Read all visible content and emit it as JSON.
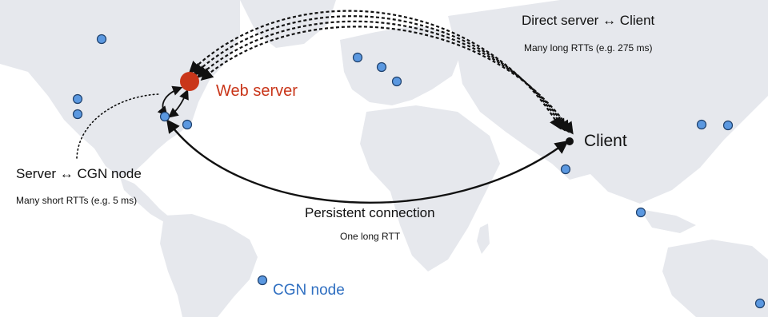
{
  "colors": {
    "land": "#e6e8ed",
    "water": "#ffffff",
    "node_fill": "#5b98e0",
    "node_stroke": "#1d3f6b",
    "web_server": "#c9361a",
    "client": "#111111",
    "arrow": "#111111",
    "cgn_text": "#2f6fc1"
  },
  "icons": {
    "cgn_node": "blue-circle-icon",
    "web_server": "red-circle-icon",
    "client": "black-dot-icon"
  },
  "labels": {
    "direct_title": "Direct server ↔ Client",
    "direct_subtitle": "Many long RTTs (e.g. 275 ms)",
    "web_server": "Web server",
    "client": "Client",
    "cgn_title": "Server ↔ CGN node",
    "cgn_subtitle": "Many short RTTs (e.g. 5 ms)",
    "persistent_title": "Persistent connection",
    "persistent_subtitle": "One long RTT",
    "cgn_node": "CGN node"
  }
}
